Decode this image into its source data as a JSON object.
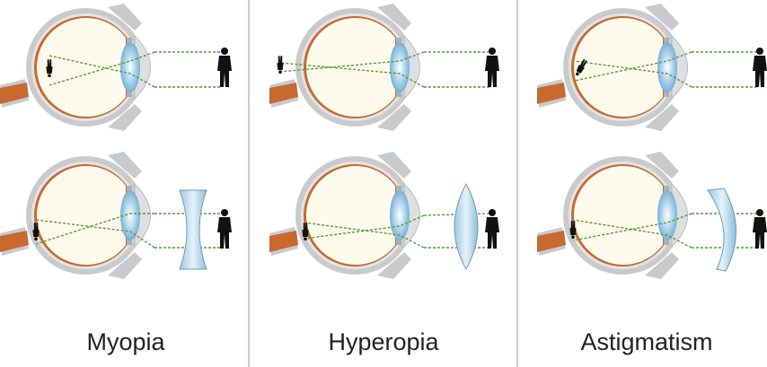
{
  "panels": [
    {
      "label": "Myopia"
    },
    {
      "label": "Hyperopia"
    },
    {
      "label": "Astigmatism"
    }
  ],
  "colors": {
    "sclera": "#c9cacc",
    "retina": "#c8692e",
    "vitreous": "#fffbec",
    "lens": "#8fc3e0",
    "ray": "#5a9a3a",
    "divider": "#999999"
  }
}
